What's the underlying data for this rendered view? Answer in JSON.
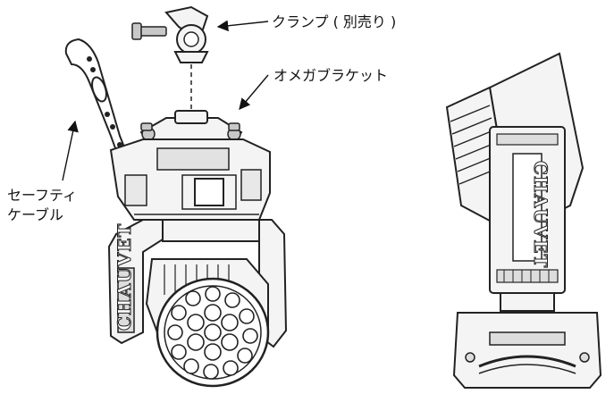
{
  "labels": {
    "clamp": "クランプ ( 別売り )",
    "omega_bracket": "オメガブラケット",
    "safety_cable_line1": "セーフティ",
    "safety_cable_line2": "ケーブル"
  },
  "brand": {
    "logo_text": "CHAUVET"
  }
}
